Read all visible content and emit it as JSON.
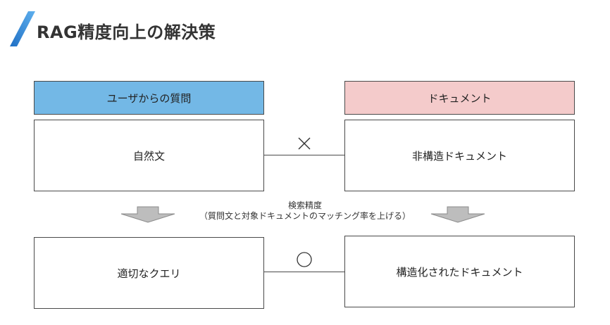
{
  "title": "RAG精度向上の解決策",
  "left_column": {
    "header": "ユーザからの質問",
    "before": "自然文",
    "after": "適切なクエリ"
  },
  "right_column": {
    "header": "ドキュメント",
    "before": "非構造ドキュメント",
    "after": "構造化されたドキュメント"
  },
  "match_before_symbol": "×",
  "match_after_symbol": "○",
  "transition_note": {
    "line1": "検索精度",
    "line2": "（質問文と対象ドキュメントのマッチング率を上げる）"
  },
  "colors": {
    "accent_blue": "#2f86d6",
    "header_blue": "#73b8e6",
    "header_pink": "#f4cbcb",
    "arrow_gray": "#bdbdbd"
  }
}
